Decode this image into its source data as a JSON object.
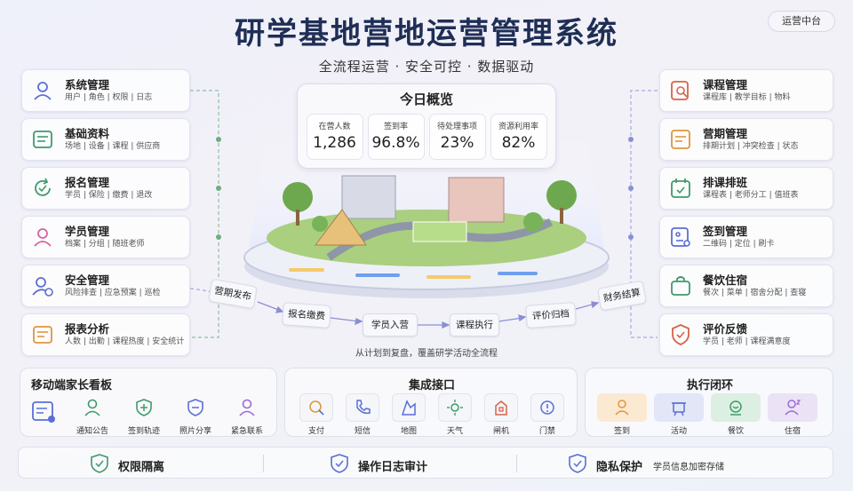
{
  "header": {
    "title": "研学基地营地运营管理系统",
    "subtitle": "全流程运营 · 安全可控 · 数据驱动",
    "top_button": "运营中台"
  },
  "left_modules": [
    {
      "title": "系统管理",
      "sub": "用户 | 角色 | 权限 | 日志",
      "icon": "user-icon",
      "color": "#5b6fd6"
    },
    {
      "title": "基础资料",
      "sub": "场地 | 设备 | 课程 | 供应商",
      "icon": "list-icon",
      "color": "#3f9a6b"
    },
    {
      "title": "报名管理",
      "sub": "学员 | 保险 | 缴费 | 退改",
      "icon": "refresh-icon",
      "color": "#3f9a6b"
    },
    {
      "title": "学员管理",
      "sub": "档案 | 分组 | 随班老师",
      "icon": "user-icon",
      "color": "#d663a0"
    },
    {
      "title": "安全管理",
      "sub": "风险排查 | 应急预案 | 巡检",
      "icon": "user-shield-icon",
      "color": "#5b6fd6"
    },
    {
      "title": "报表分析",
      "sub": "人数 | 出勤 | 课程热度 | 安全统计",
      "icon": "report-icon",
      "color": "#e0963c"
    }
  ],
  "right_modules": [
    {
      "title": "课程管理",
      "sub": "课程库 | 教学目标 | 物料",
      "icon": "course-icon",
      "color": "#d6634a"
    },
    {
      "title": "营期管理",
      "sub": "排期计划 | 冲突检查 | 状态",
      "icon": "calendar-doc-icon",
      "color": "#e0963c"
    },
    {
      "title": "排课排班",
      "sub": "课程表 | 老师分工 | 值班表",
      "icon": "schedule-icon",
      "color": "#3f9a6b"
    },
    {
      "title": "签到管理",
      "sub": "二维码 | 定位 | 刷卡",
      "icon": "checkin-icon",
      "color": "#5b6fd6"
    },
    {
      "title": "餐饮住宿",
      "sub": "餐次 | 菜单 | 宿舍分配 | 查寝",
      "icon": "bag-icon",
      "color": "#3f9a6b"
    },
    {
      "title": "评价反馈",
      "sub": "学员 | 老师 | 课程满意度",
      "icon": "shield-check-icon",
      "color": "#d6634a"
    }
  ],
  "overview": {
    "title": "今日概览",
    "metrics": [
      {
        "label": "在营人数",
        "value": "1,286"
      },
      {
        "label": "签到率",
        "value": "96.8%"
      },
      {
        "label": "待处理事项",
        "value": "23%"
      },
      {
        "label": "资源利用率",
        "value": "82%"
      }
    ]
  },
  "flow": {
    "steps": [
      "营期发布",
      "报名缴费",
      "学员入营",
      "课程执行",
      "评价归档",
      "财务结算"
    ],
    "caption": "从计划到复盘，覆盖研学活动全流程"
  },
  "mobile_panel": {
    "title": "移动端家长看板",
    "items": [
      {
        "label": "通知公告",
        "icon": "user-icon",
        "color": "#3f9a6b"
      },
      {
        "label": "签到轨迹",
        "icon": "shield-plus-icon",
        "color": "#3f9a6b"
      },
      {
        "label": "照片分享",
        "icon": "shield-minus-icon",
        "color": "#5b6fd6"
      },
      {
        "label": "紧急联系",
        "icon": "user-icon",
        "color": "#9a6bd6"
      }
    ]
  },
  "integration_panel": {
    "title": "集成接口",
    "items": [
      {
        "label": "支付",
        "icon": "pay-icon",
        "color": "#e0963c"
      },
      {
        "label": "短信",
        "icon": "phone-icon",
        "color": "#5b6fd6"
      },
      {
        "label": "地图",
        "icon": "map-icon",
        "color": "#5b6fd6"
      },
      {
        "label": "天气",
        "icon": "weather-icon",
        "color": "#3f9a6b"
      },
      {
        "label": "闸机",
        "icon": "gate-icon",
        "color": "#d6634a"
      },
      {
        "label": "门禁",
        "icon": "info-icon",
        "color": "#5b6fd6"
      }
    ]
  },
  "loop_panel": {
    "title": "执行闭环",
    "items": [
      {
        "label": "签到",
        "icon": "user-icon",
        "color": "#e0963c",
        "bg": "#fbe9d2"
      },
      {
        "label": "活动",
        "icon": "activity-icon",
        "color": "#5b6fd6",
        "bg": "#e2e6f7"
      },
      {
        "label": "餐饮",
        "icon": "meal-icon",
        "color": "#3f9a6b",
        "bg": "#dcefe2"
      },
      {
        "label": "住宿",
        "icon": "lodging-icon",
        "color": "#9a6bd6",
        "bg": "#ebe2f6"
      }
    ]
  },
  "footer": {
    "items": [
      {
        "label": "权限隔离",
        "extra": ""
      },
      {
        "label": "操作日志审计",
        "extra": ""
      },
      {
        "label": "隐私保护",
        "extra": "学员信息加密存储"
      }
    ]
  }
}
